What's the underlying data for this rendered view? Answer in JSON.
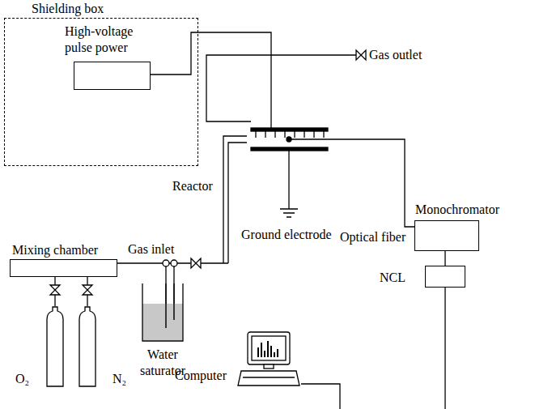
{
  "diagram": {
    "nodes": [
      {
        "text": [
          "Shielding box"
        ]
      },
      {
        "text": [
          "High-voltage pulse power"
        ],
        "in": 0
      },
      {
        "text": [
          "Monochromator"
        ]
      },
      {
        "text": [
          "NCL"
        ]
      },
      {
        "text": [
          "Mixing chamber"
        ]
      },
      {
        "text": [
          "O₂"
        ]
      },
      {
        "text": [
          "N₂"
        ]
      },
      {
        "text": [
          "Water saturator"
        ]
      },
      {
        "text": [
          "Computer"
        ]
      }
    ],
    "edges": [
      {
        "from": 5,
        "to": 4,
        "arrow": "none"
      },
      {
        "from": 6,
        "to": 4,
        "arrow": "none"
      },
      {
        "from": 2,
        "to": 3,
        "arrow": "none"
      }
    ],
    "labels": [
      "Reactor",
      "Gas inlet",
      "Gas outlet",
      "Ground electrode",
      "Optical fiber"
    ]
  }
}
